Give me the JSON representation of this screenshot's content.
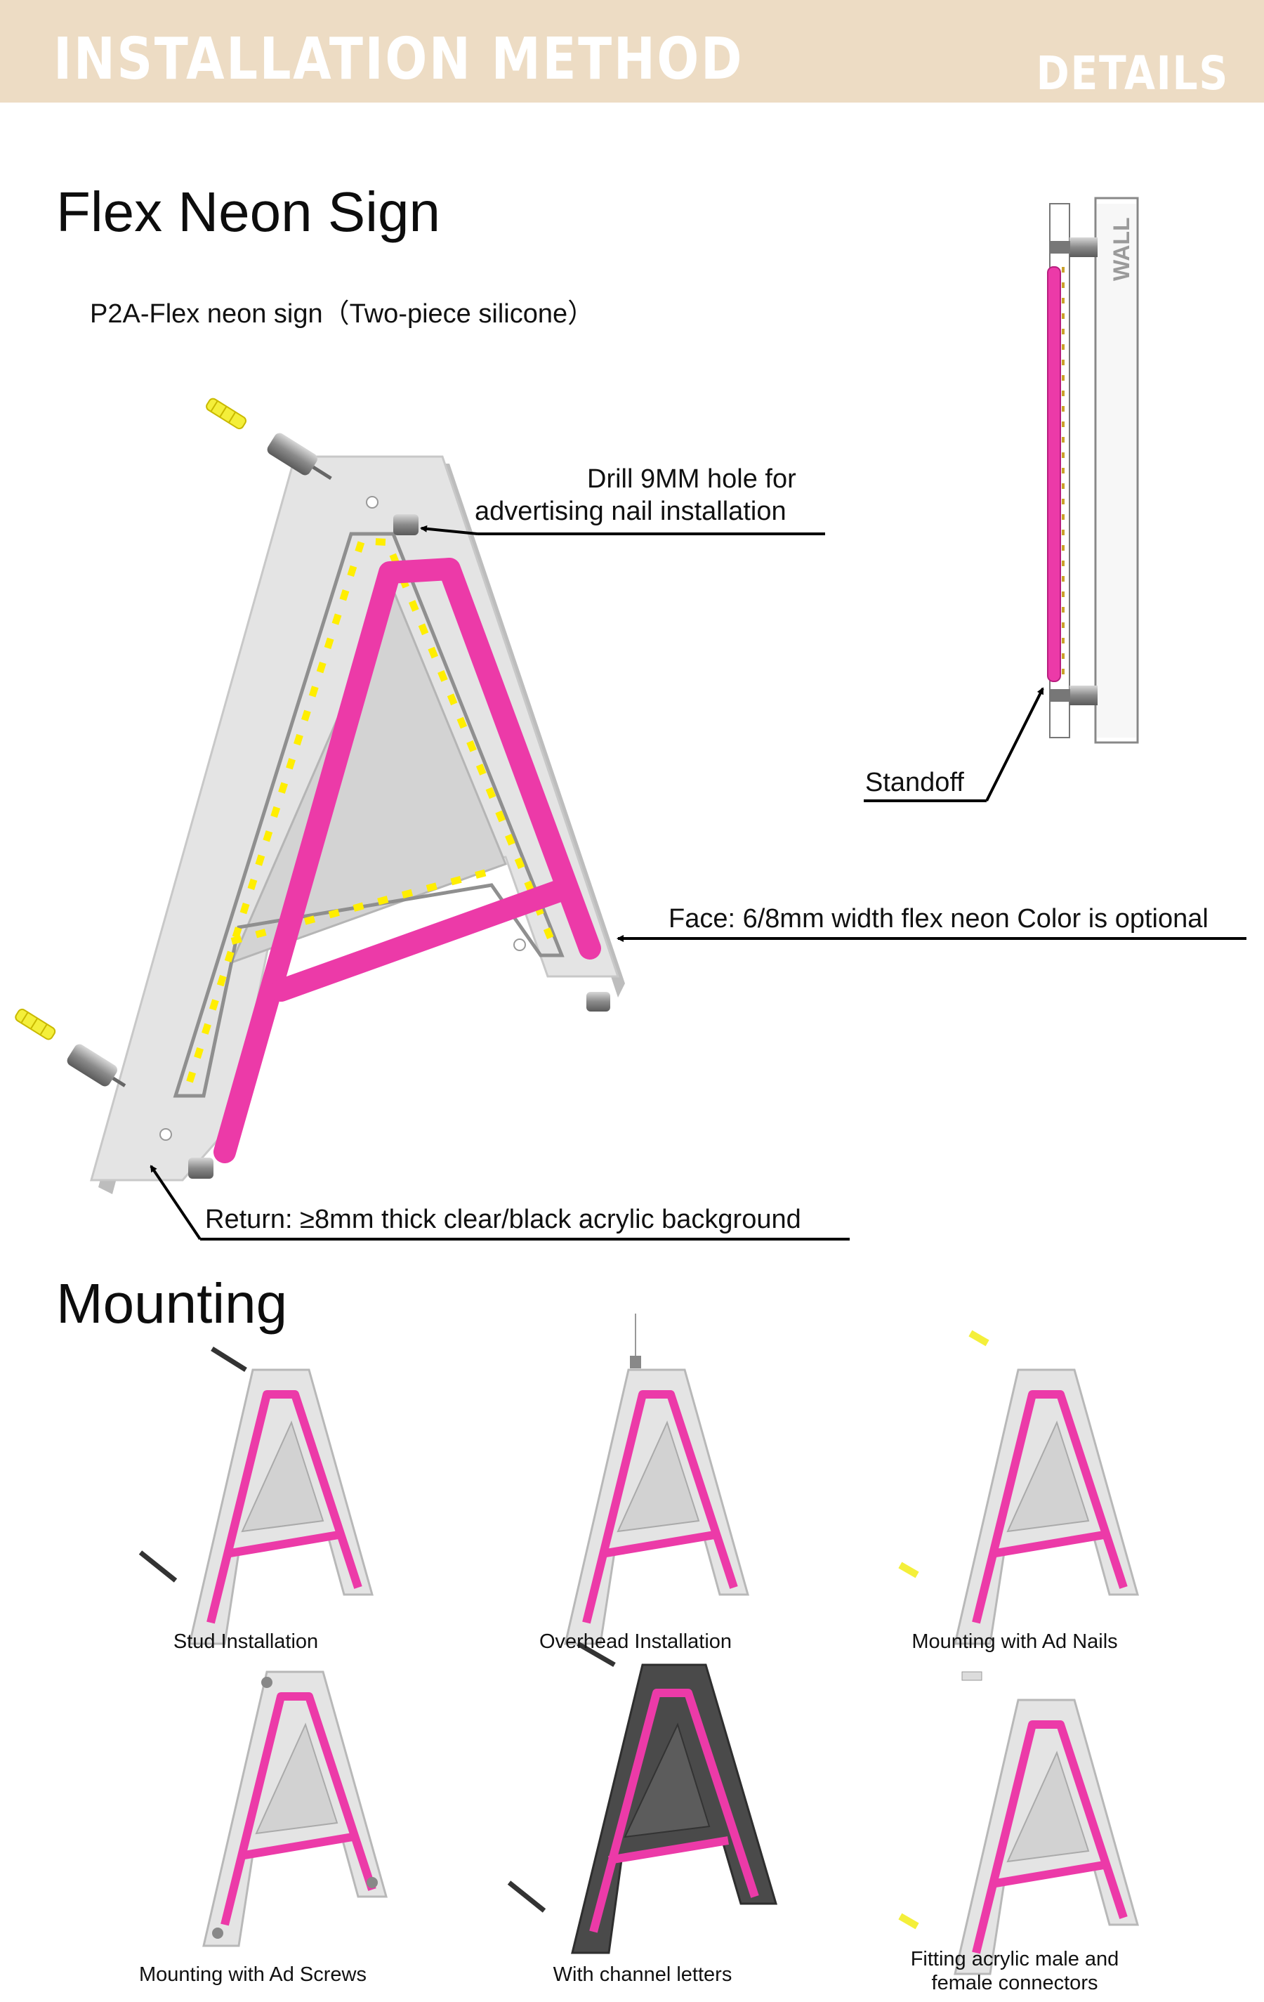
{
  "header": {
    "title": "INSTALLATION METHOD",
    "right_label": "DETAILS"
  },
  "section_main": {
    "title": "Flex Neon Sign",
    "subtitle": "P2A-Flex neon sign（Two-piece silicone）",
    "callouts": {
      "drill_line1": "Drill 9MM hole for",
      "drill_line2": "advertising nail installation",
      "standoff": "Standoff",
      "face": "Face: 6/8mm width flex neon Color is optional",
      "return": "Return: ≥8mm thick clear/black acrylic background"
    },
    "wall_label": "WALL"
  },
  "section_mounting": {
    "title": "Mounting",
    "items": [
      {
        "label": "Stud Installation"
      },
      {
        "label": "Overhead Installation"
      },
      {
        "label": "Mounting with Ad Nails"
      },
      {
        "label": "Mounting with Ad Screws"
      },
      {
        "label": "With  channel letters"
      },
      {
        "label_line1": "Fitting acrylic male and",
        "label_line2": "female connectors"
      }
    ]
  },
  "colors": {
    "banner": "#eddcc4",
    "neon": "#ec3aa8",
    "led": "#ffee00",
    "acrylic": "#e3e3e3",
    "channel": "#4a4a4a"
  }
}
